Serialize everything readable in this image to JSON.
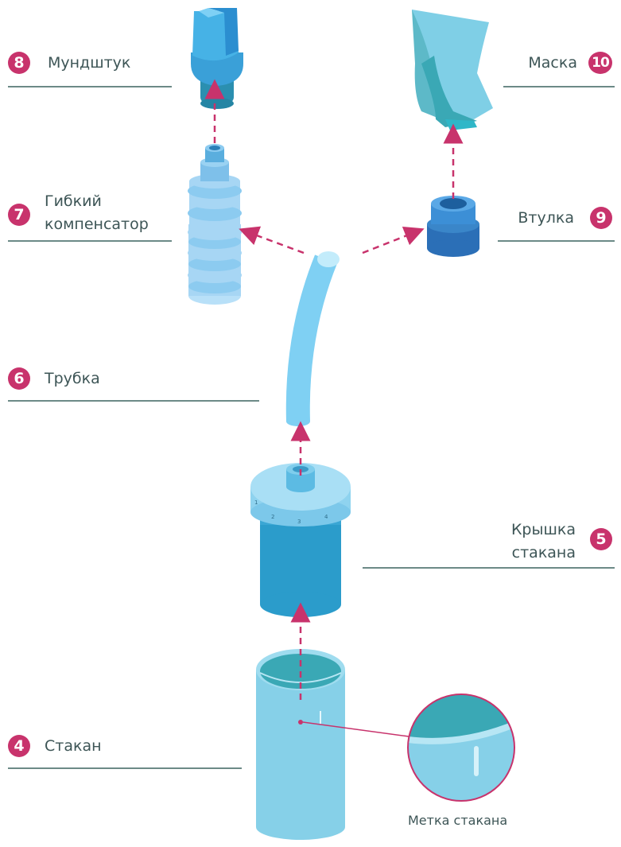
{
  "parts": [
    {
      "id": "mouthpiece",
      "number": "8",
      "label": "Мундштук"
    },
    {
      "id": "mask",
      "number": "10",
      "label": "Маска"
    },
    {
      "id": "flex",
      "number": "7",
      "label_line1": "Гибкий",
      "label_line2": "компенсатор"
    },
    {
      "id": "bushing",
      "number": "9",
      "label": "Втулка"
    },
    {
      "id": "tube",
      "number": "6",
      "label": "Трубка"
    },
    {
      "id": "lid",
      "number": "5",
      "label_line1": "Крышка",
      "label_line2": "стакана"
    },
    {
      "id": "cup",
      "number": "4",
      "label": "Стакан"
    }
  ],
  "callout": {
    "label": "Метка стакана"
  },
  "lid_scale": [
    "1",
    "2",
    "3",
    "4"
  ],
  "colors": {
    "badge": "#c8336c",
    "arrow": "#c8336c",
    "rule": "#6c8a87",
    "light_blue": "#8fd3ef",
    "mid_blue": "#2f9ecf",
    "dark_blue": "#2b6fb7",
    "teal": "#3aa8b5"
  }
}
